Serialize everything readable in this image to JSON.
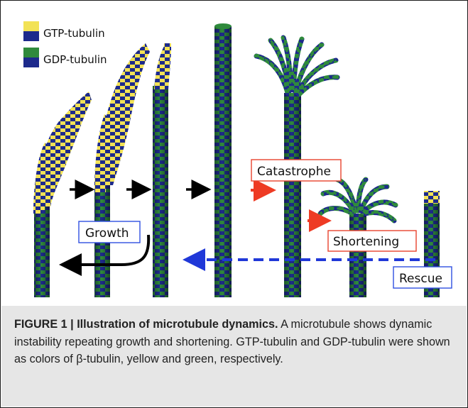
{
  "legend": {
    "items": [
      {
        "label": "GTP-tubulin",
        "top_color": "#f0e050",
        "bottom_color": "#1e2e9a"
      },
      {
        "label": "GDP-tubulin",
        "top_color": "#2e8a3a",
        "bottom_color": "#1e2e9a"
      }
    ]
  },
  "labels": {
    "catastrophe": "Catastrophe",
    "growth": "Growth",
    "shortening": "Shortening",
    "rescue": "Rescue"
  },
  "colors": {
    "gtp": "#f2e255",
    "gdp": "#2f8a3c",
    "dimer_base": "#1d2a8c",
    "black_arrow": "#000000",
    "red_arrow": "#ee3b24",
    "blue_arrow": "#2038d8",
    "red_box_border": "#e8432d",
    "blue_box_border": "#2f4fe0",
    "caption_background": "#e6e6e6"
  },
  "caption": {
    "label": "FIGURE 1 |",
    "title": "Illustration of microtubule dynamics.",
    "text": "A microtubule shows dynamic instability repeating growth and shortening. GTP-tubulin and GDP-tubulin were shown as colors of β-tubulin, yellow and green, respectively."
  }
}
